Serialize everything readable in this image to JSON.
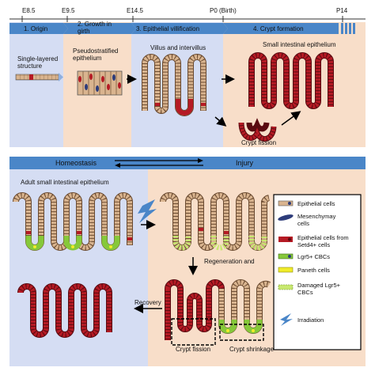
{
  "timeline": {
    "ticks": [
      "E8.5",
      "E9.5",
      "E14.5",
      "P0 (Birth)",
      "P14"
    ],
    "stages": [
      "1. Origin",
      "2. Growth in girth",
      "3. Epithelial villification",
      "4. Crypt formation"
    ]
  },
  "top_labels": {
    "single_layered": "Single-layered structure",
    "pseudostratified": "Pseudostratified epithelium",
    "villus": "Villus and intervillus",
    "small_intestinal": "Small intestinal epithelium",
    "crypt_fission": "Crypt fission"
  },
  "banner": {
    "left": "Homeostasis",
    "right": "Injury"
  },
  "bottom_labels": {
    "adult": "Adult small intestinal epithelium",
    "regeneration": "Regeneration and",
    "recovery": "Recovery",
    "crypt_fission": "Crypt fission",
    "crypt_shrinkage": "Crypt shrinkage"
  },
  "legend": [
    {
      "label": "Epithelial cells",
      "icon": "epithelial-cell-icon"
    },
    {
      "label": "Mesenchymay cells",
      "icon": "mesenchyme-cell-icon"
    },
    {
      "label": "Epithelial cells from Setd4+ cells",
      "icon": "setd4-cell-icon"
    },
    {
      "label": "Lgr5+ CBCs",
      "icon": "lgr5-cbc-icon"
    },
    {
      "label": "Paneth cells",
      "icon": "paneth-cell-icon"
    },
    {
      "label": "Damaged Lgr5+ CBCs",
      "icon": "damaged-lgr5-icon"
    },
    {
      "label": "Irradiation",
      "icon": "irradiation-icon"
    }
  ],
  "colors": {
    "stage_blue": "#4a86c8",
    "panel_blue": "#d5ddf3",
    "panel_peach": "#f8dec9",
    "epithelial_tan": "#d9b48f",
    "setd4_red": "#b51a24",
    "lgr5_green": "#86c83a",
    "paneth_yellow": "#f0ec2a",
    "mesenchyme_navy": "#2d3c7a"
  }
}
